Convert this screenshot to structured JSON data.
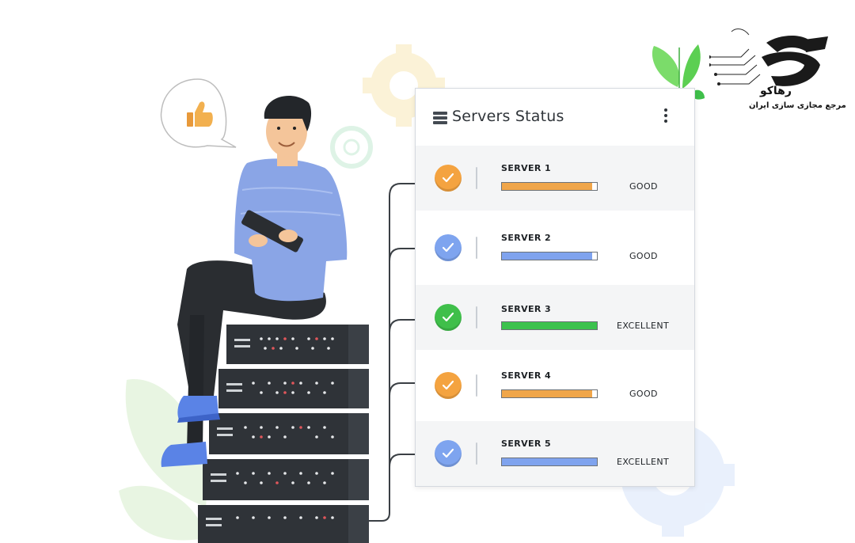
{
  "panel": {
    "title": "Servers Status",
    "menu_icon": "list-icon",
    "more_icon": "kebab-menu-icon"
  },
  "servers": [
    {
      "name": "SERVER 1",
      "status": "GOOD",
      "level": 0.95,
      "color": "#f0a64a",
      "check_color": "#f4a340"
    },
    {
      "name": "SERVER 2",
      "status": "GOOD",
      "level": 0.95,
      "color": "#7fa3ee",
      "check_color": "#7ea4ef"
    },
    {
      "name": "SERVER 3",
      "status": "EXCELLENT",
      "level": 1.0,
      "color": "#3cc24e",
      "check_color": "#3fbf4a"
    },
    {
      "name": "SERVER 4",
      "status": "GOOD",
      "level": 0.95,
      "color": "#f0a64a",
      "check_color": "#f4a340"
    },
    {
      "name": "SERVER 5",
      "status": "EXCELLENT",
      "level": 1.0,
      "color": "#7fa3ee",
      "check_color": "#7ea4ef"
    }
  ],
  "logo": {
    "line1": "رهاکو",
    "line2": "مرجع مجازی سازی ایران"
  }
}
